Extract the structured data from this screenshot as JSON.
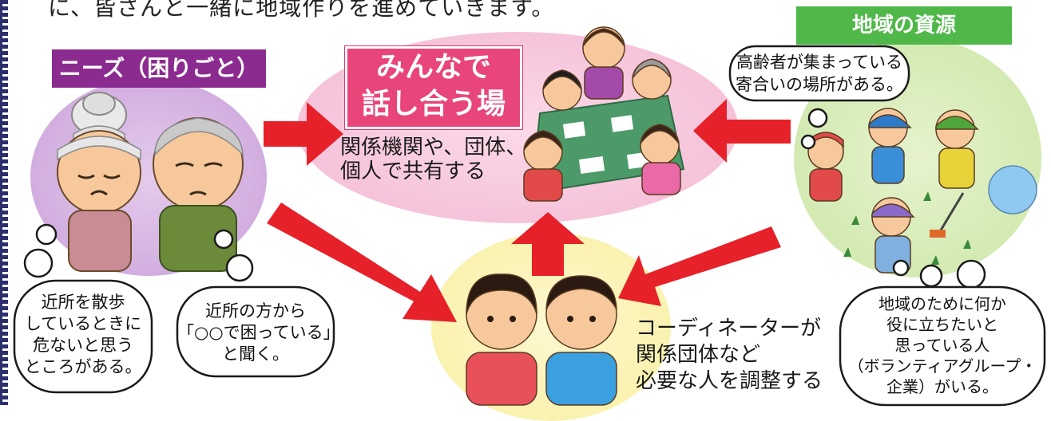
{
  "intro_text": "に、皆さんと一緒に地域作りを進めていきます。",
  "needs": {
    "label": "ニーズ（困りごと）",
    "thought_1": [
      "近所を散歩",
      "しているときに",
      "危ないと思う",
      "ところがある。"
    ],
    "thought_2": [
      "近所の方から",
      "「○○で困っている」",
      "と聞く。"
    ]
  },
  "meeting": {
    "title_line1": "みんなで",
    "title_line2": "話し合う場",
    "caption_line1": "関係機関や、団体、",
    "caption_line2": "個人で共有する"
  },
  "resources": {
    "label": "地域の資源",
    "thought_top": [
      "高齢者が集まっている",
      "寄合いの場所がある。"
    ],
    "thought_bottom": [
      "地域のために何か",
      "役に立ちたいと",
      "思っている人",
      "（ボランティアグループ・",
      "企業）がいる。"
    ]
  },
  "coordinator": {
    "caption_line1": "コーディネーターが",
    "caption_line2": "関係団体など",
    "caption_line3": "必要な人を調整する"
  },
  "colors": {
    "needs_tag": "#8b2b8f",
    "resources_tag": "#4fb848",
    "meeting_title_bg": "#e8457a",
    "arrow_red": "#e62129",
    "left_ellipse": "#d6b4e0",
    "center_ellipse": "#f7c9dd",
    "right_ellipse": "#d6ebb4",
    "bottom_ellipse": "#fbf3b5"
  }
}
